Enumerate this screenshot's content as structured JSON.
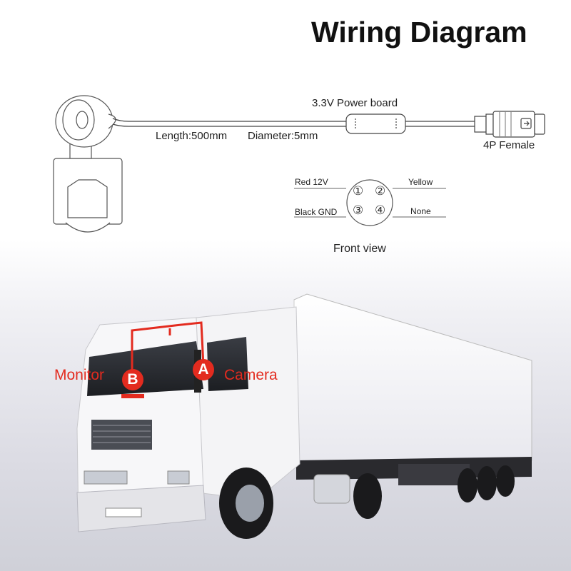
{
  "title": "Wiring Diagram",
  "cable": {
    "power_board_label": "3.3V Power board",
    "length_label": "Length:500mm",
    "diameter_label": "Diameter:5mm",
    "connector_label": "4P Female"
  },
  "pinout": {
    "pins": [
      {
        "number": "①",
        "label": "Red 12V"
      },
      {
        "number": "②",
        "label": "Yellow"
      },
      {
        "number": "③",
        "label": "Black GND"
      },
      {
        "number": "④",
        "label": "None"
      }
    ],
    "caption": "Front view"
  },
  "truck": {
    "point_b_letter": "B",
    "point_b_label": "Monitor",
    "point_a_letter": "A",
    "point_a_label": "Camera"
  },
  "colors": {
    "accent_red": "#e32b1f",
    "line_gray": "#444444"
  },
  "icons": [
    "camera-icon",
    "power-board-icon",
    "connector-icon",
    "truck-icon"
  ]
}
